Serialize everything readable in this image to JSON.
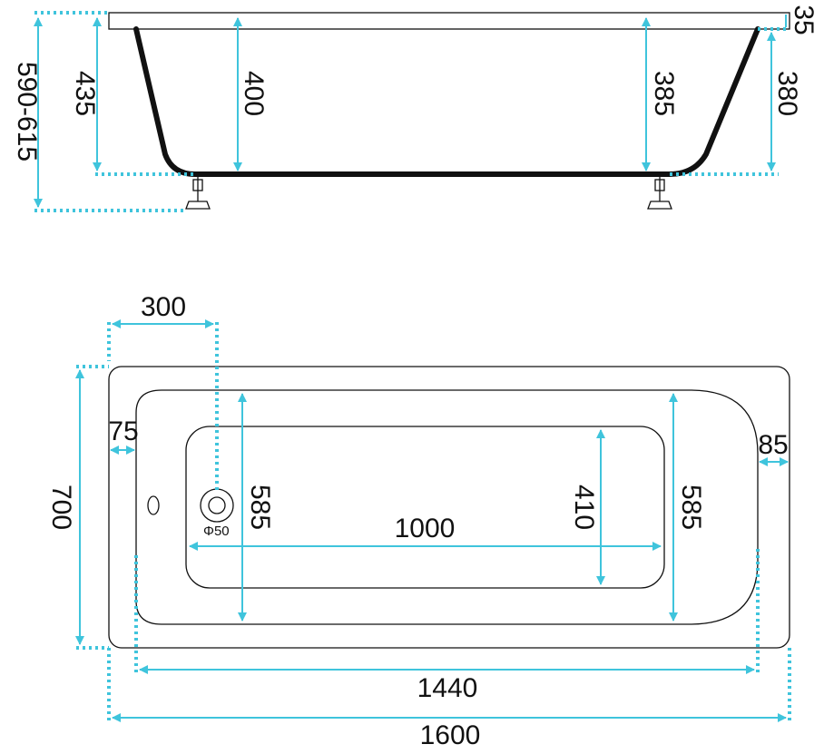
{
  "side_view": {
    "labels": {
      "total_height": "590-615",
      "outer_depth": "435",
      "inner_depth_left": "400",
      "inner_depth_right": "385",
      "outer_right": "380",
      "rim_thickness": "35"
    }
  },
  "top_view": {
    "labels": {
      "drain_offset": "300",
      "width": "700",
      "rim_left": "75",
      "rim_right": "85",
      "inner_width_left": "585",
      "bottom_length": "1000",
      "bottom_width": "410",
      "inner_width_right": "585",
      "drain_diameter": "Φ50",
      "inner_length": "1440",
      "total_length": "1600"
    }
  }
}
